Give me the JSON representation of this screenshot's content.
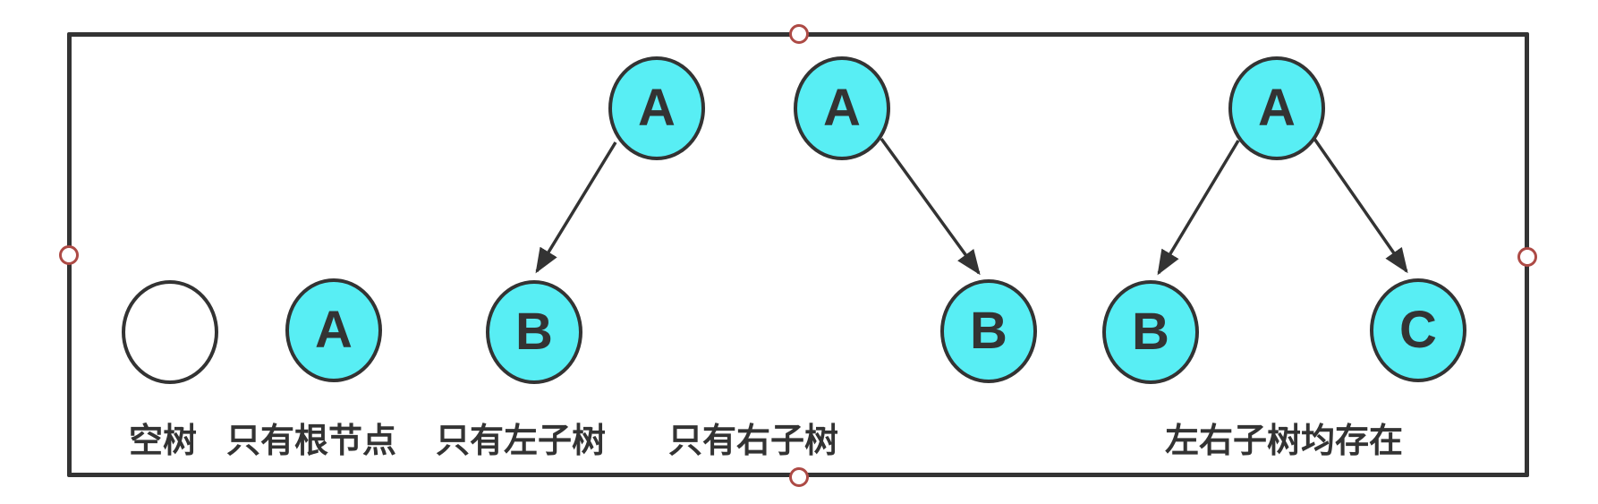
{
  "diagram": {
    "type": "binary-tree-basic-forms",
    "trees": [
      {
        "name": "empty-tree",
        "caption": "空树",
        "nodes": []
      },
      {
        "name": "root-only",
        "caption": "只有根节点",
        "nodes": [
          {
            "label": "A"
          }
        ]
      },
      {
        "name": "left-subtree-only",
        "caption": "只有左子树",
        "nodes": [
          {
            "label": "A"
          },
          {
            "label": "B"
          }
        ],
        "edges": [
          "A→B"
        ]
      },
      {
        "name": "right-subtree-only",
        "caption": "只有右子树",
        "nodes": [
          {
            "label": "A"
          },
          {
            "label": "B"
          }
        ],
        "edges": [
          "A→B"
        ]
      },
      {
        "name": "both-subtrees",
        "caption": "左右子树均存在",
        "nodes": [
          {
            "label": "A"
          },
          {
            "label": "B"
          },
          {
            "label": "C"
          }
        ],
        "edges": [
          "A→B",
          "A→C"
        ]
      }
    ],
    "selection": {
      "handles": [
        "top",
        "right",
        "bottom",
        "left"
      ]
    },
    "colors": {
      "node_fill": "#58EEF4",
      "node_stroke": "#333333",
      "node_text": "#333333",
      "edge_color": "#333333",
      "frame_border": "#333333",
      "caption_color": "#333333",
      "handle_fill": "#FFFFFF",
      "handle_border": "#AD4A45"
    }
  }
}
